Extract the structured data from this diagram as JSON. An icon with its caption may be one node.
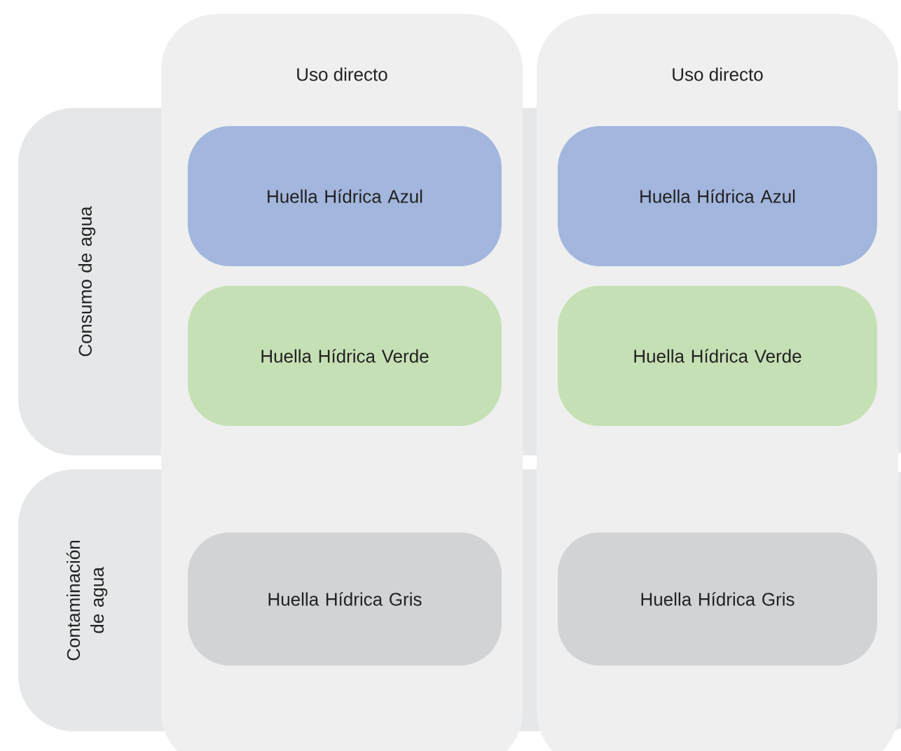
{
  "diagram": {
    "nodes": [
      {
        "text": [
          "Uso directo"
        ]
      },
      {
        "text": [
          "Uso directo"
        ]
      },
      {
        "text": [
          "Consumo de agua"
        ]
      },
      {
        "text": [
          "Huella Hídrica Azul"
        ]
      },
      {
        "text": [
          "Huella Hídrica Azul"
        ]
      },
      {
        "text": [
          "Huella Hídrica Verde"
        ]
      },
      {
        "text": [
          "Huella Hídrica Verde"
        ]
      },
      {
        "text": [
          "Contaminación de agua"
        ]
      },
      {
        "text": [
          "Huella Hídrica Gris"
        ]
      },
      {
        "text": [
          "Huella Hídrica Gris"
        ]
      }
    ]
  }
}
